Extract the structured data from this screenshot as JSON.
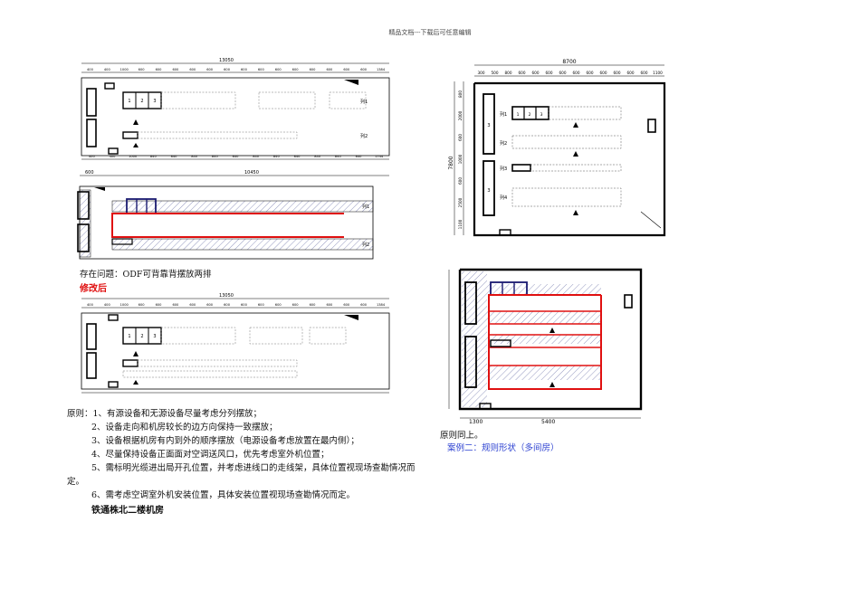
{
  "header": {
    "caption": "精品文档---下载后可任意编辑"
  },
  "left": {
    "top_total": "13050",
    "top_dims": [
      "400",
      "400",
      "1000",
      "600",
      "600",
      "600",
      "600",
      "600",
      "600",
      "600",
      "600",
      "600",
      "600",
      "600",
      "600",
      "600",
      "600",
      "1384"
    ],
    "top_bottom_dims": [
      "400",
      "400",
      "1000",
      "840",
      "840",
      "840",
      "840",
      "840",
      "840",
      "840",
      "840",
      "840",
      "840",
      "840",
      "1744"
    ],
    "middle_dims": [
      "600",
      "10450"
    ],
    "row1": "列1",
    "row2": "列2",
    "cab_labels": [
      "1",
      "2",
      "3"
    ],
    "problem": "存在问题：ODF可背靠背摆放两排",
    "after": "修改后",
    "principles": {
      "title": "原则：1、有源设备和无源设备尽量考虑分列摆放；",
      "items": [
        "2、设备走向和机房较长的边方向保持一致摆放；",
        "3、设备根据机房有内到外的顺序摆放（电源设备考虑放置在最内侧）；",
        "4、尽量保持设备正面面对空调送风口，优先考虑室外机位置；",
        "5、需标明光缆进出局开孔位置，并考虑进线口的走线架，具体位置视现场查勘情况而"
      ],
      "tail": "定。",
      "item6": "6、需考虑空调室外机安装位置，具体安装位置视现场查勘情况而定。"
    },
    "section_title": "铁通株北二楼机房"
  },
  "right": {
    "top_total": "8700",
    "top_dims": [
      "300",
      "500",
      "800",
      "600",
      "600",
      "600",
      "600",
      "600",
      "600",
      "600",
      "600",
      "600",
      "600",
      "1100"
    ],
    "side_dims": [
      "800",
      "2000",
      "600",
      "1000",
      "600",
      "2500",
      "1100"
    ],
    "total_side": "7800",
    "rows": [
      "列1",
      "列2",
      "列3",
      "列4"
    ],
    "bottom_dims": [
      "1300",
      "5400"
    ],
    "same_principle": "原则同上。",
    "case2": "案例二：规则形状（多间房）"
  }
}
